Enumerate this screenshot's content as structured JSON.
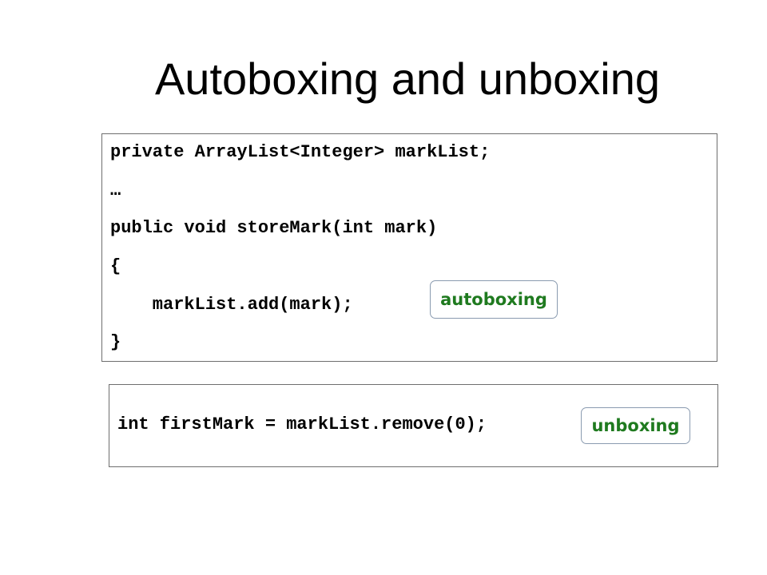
{
  "slide": {
    "title": "Autoboxing and unboxing"
  },
  "code_block_1": {
    "lines": [
      "private ArrayList<Integer> markList;",
      "…",
      "public void storeMark(int mark)",
      "{",
      "    markList.add(mark);",
      "}"
    ]
  },
  "code_block_2": {
    "line": "int firstMark = markList.remove(0);"
  },
  "callouts": {
    "autoboxing": "autoboxing",
    "unboxing": "unboxing"
  },
  "colors": {
    "callout_text": "#1f7a1f",
    "callout_border": "#8a9bb0",
    "code_border": "#6e6e6e",
    "text": "#000000"
  }
}
